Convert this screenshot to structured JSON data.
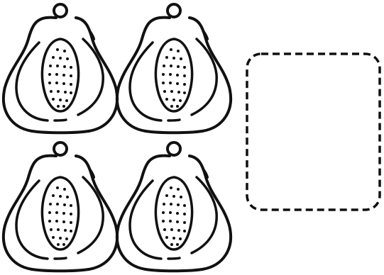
{
  "fruit": {
    "kind": "papaya-half",
    "count": 4,
    "rows": 2,
    "columns": 2,
    "seed_count": 40
  },
  "answer_box": {
    "border_style": "dashed",
    "content": ""
  },
  "colors": {
    "stroke": "#111111",
    "background": "#ffffff",
    "seed": "#111111"
  }
}
